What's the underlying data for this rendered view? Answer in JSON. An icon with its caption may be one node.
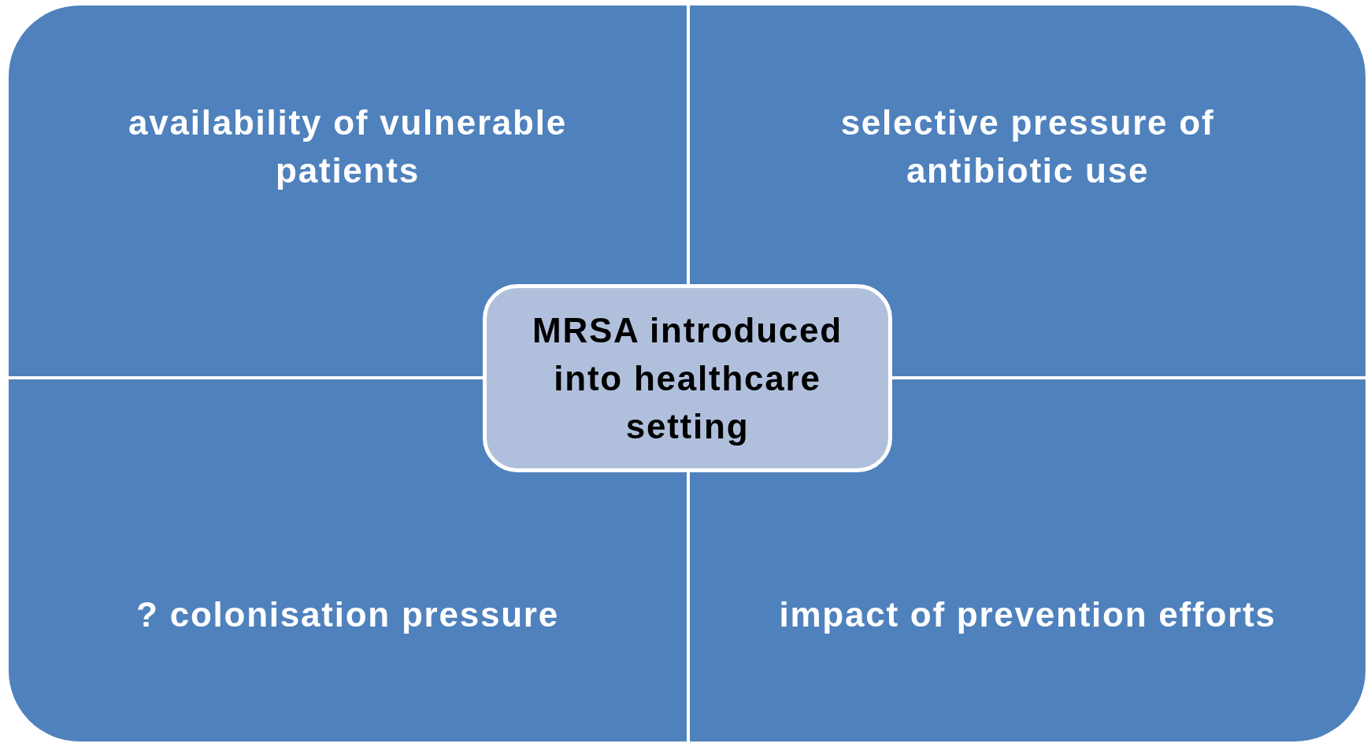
{
  "diagram": {
    "nodes": [
      {
        "text": [
          "availability of vulnerable patients"
        ]
      },
      {
        "text": [
          "selective pressure of antibiotic use"
        ]
      },
      {
        "text": [
          "MRSA introduced into healthcare setting"
        ]
      },
      {
        "text": [
          "? colonisation pressure"
        ]
      },
      {
        "text": [
          "impact of prevention efforts"
        ]
      }
    ]
  }
}
